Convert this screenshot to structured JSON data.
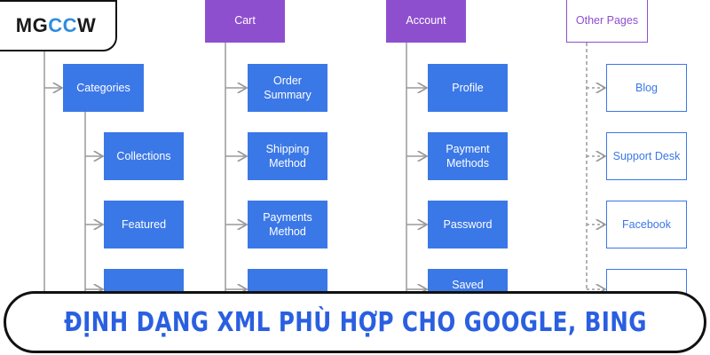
{
  "logo": {
    "prefix": "MG",
    "highlight": "CC",
    "suffix": "W"
  },
  "diagram": {
    "headers": [
      "Cart",
      "Account",
      "Other Pages"
    ],
    "nodes": {
      "categories": "Categories",
      "collections": "Collections",
      "featured": "Featured",
      "order_summary": "Order Summary",
      "shipping_method": "Shipping Method",
      "payments_method": "Payments Method",
      "profile": "Profile",
      "payment_methods": "Payment Methods",
      "password": "Password",
      "saved": "Saved",
      "blog": "Blog",
      "support_desk": "Support Desk",
      "facebook": "Facebook"
    }
  },
  "banner": {
    "text": "ĐỊNH DẠNG XML PHÙ HỢP CHO GOOGLE, BING"
  },
  "colors": {
    "blue": "#3b78e7",
    "purple": "#8e4fcf",
    "banner_text": "#2a5fe0"
  }
}
